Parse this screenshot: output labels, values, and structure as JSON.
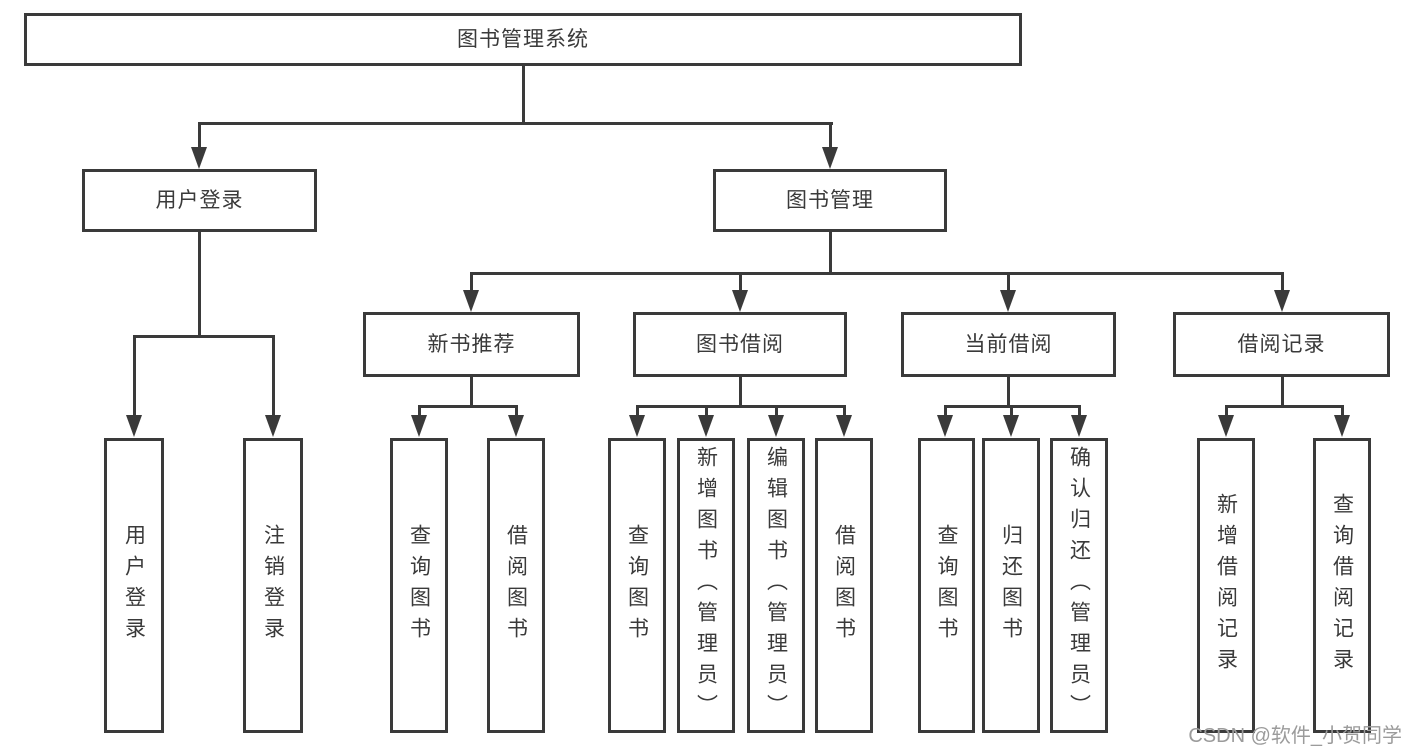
{
  "nodes": {
    "root": "图书管理系统",
    "level2": [
      "用户登录",
      "图书管理"
    ],
    "level3": [
      "新书推荐",
      "图书借阅",
      "当前借阅",
      "借阅记录"
    ],
    "leaves": {
      "user": [
        "用户登录",
        "注销登录"
      ],
      "recommend": [
        "查询图书",
        "借阅图书"
      ],
      "borrow": [
        "查询图书",
        "新增图书（管理员）",
        "编辑图书（管理员）",
        "借阅图书"
      ],
      "current": [
        "查询图书",
        "归还图书",
        "确认归还（管理员）"
      ],
      "records": [
        "新增借阅记录",
        "查询借阅记录"
      ]
    }
  },
  "watermark": "CSDN @软件_小贺同学",
  "colors": {
    "line": "#3a3a3a",
    "text": "#3a3a3a",
    "background": "#ffffff",
    "watermark": "#9b9b9b"
  }
}
